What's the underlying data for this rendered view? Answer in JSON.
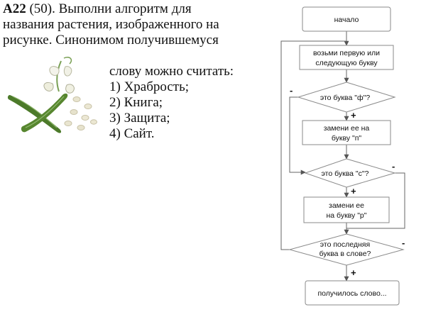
{
  "task": {
    "number": "A22",
    "points": "(50). Выполни алгоритм для",
    "line2": "названия растения, изображенного на",
    "line3": "рисунке. Синонимом получившемуся",
    "line4": "слову можно считать:",
    "options": [
      "1) Храбрость;",
      "2) Книга;",
      "3) Защита;",
      "4) Сайт."
    ]
  },
  "flowchart": {
    "start": "начало",
    "take_letter": [
      "возьми первую или",
      "следующую букву"
    ],
    "q_f": "это буква \"ф\"?",
    "replace_p": [
      "замени ее на",
      "букву \"п\""
    ],
    "q_s": "это буква \"с\"?",
    "replace_r": [
      "замени ее",
      "на букву \"р\""
    ],
    "q_last": [
      "это последняя",
      "буква в слове?"
    ],
    "result": "получилось слово...",
    "plus": "+",
    "minus": "-"
  },
  "colors": {
    "box_stroke": "#8a8a8a",
    "line": "#666666",
    "bean_green": "#4c7a2a"
  },
  "icons": {
    "plant": "bean-plant-illustration"
  }
}
